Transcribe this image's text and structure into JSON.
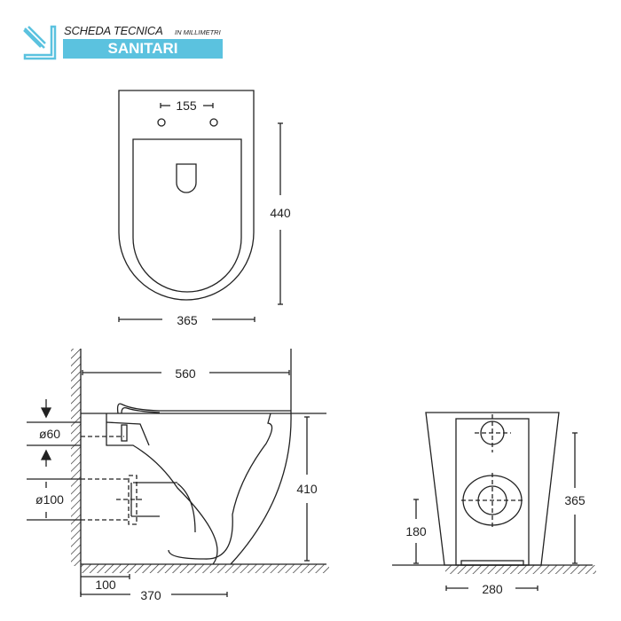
{
  "header": {
    "title": "SCHEDA TECNICA",
    "unit": "IN MILLIMETRI",
    "category": "SANITARI",
    "accent_color": "#5bc2df"
  },
  "top_view": {
    "hole_spacing": "155",
    "depth": "440",
    "width": "365"
  },
  "side_view": {
    "projection": "560",
    "inlet_diameter": "ø60",
    "outlet_diameter": "ø100",
    "height": "410",
    "outlet_offset": "100",
    "total_depth": "370"
  },
  "rear_view": {
    "height": "365",
    "outlet_height": "180",
    "base_width": "280"
  }
}
